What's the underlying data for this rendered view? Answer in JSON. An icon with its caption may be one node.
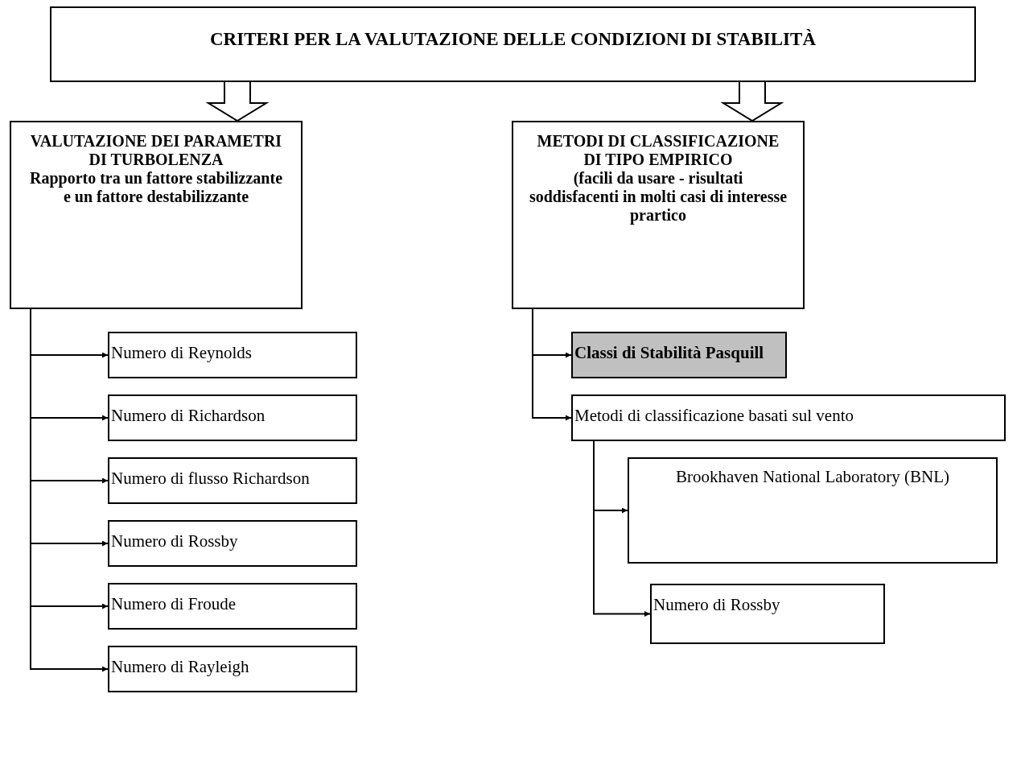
{
  "diagram": {
    "nodes": [
      {
        "text": [
          "CRITERI PER LA VALUTAZIONE DELLE CONDIZIONI DI STABILITÀ"
        ]
      },
      {
        "text": [
          "VALUTAZIONE DEI PARAMETRI DI TURBOLENZA",
          "Rapporto tra un fattore stabilizzante e un fattore destabilizzante"
        ]
      },
      {
        "text": [
          "METODI DI CLASSIFICAZIONE DI TIPO EMPIRICO",
          "(facili da usare - risultati soddisfacenti in molti casi di interesse prartico"
        ]
      },
      {
        "text": [
          "Numero di Reynolds"
        ]
      },
      {
        "text": [
          "Numero di Richardson"
        ]
      },
      {
        "text": [
          "Numero di flusso Richardson"
        ]
      },
      {
        "text": [
          "Numero di Rossby"
        ]
      },
      {
        "text": [
          "Numero di Froude"
        ]
      },
      {
        "text": [
          "Numero di Rayleigh"
        ]
      },
      {
        "text": [
          "Classi di Stabilità Pasquill"
        ]
      },
      {
        "text": [
          "Metodi di classificazione basati sul vento"
        ]
      },
      {
        "text": [
          "Brookhaven National Laboratory (BNL)"
        ]
      },
      {
        "text": [
          "Numero di Rossby"
        ]
      }
    ],
    "edges": [
      {
        "from": 0,
        "to": 1,
        "arrow": "to",
        "style": "thick"
      },
      {
        "from": 0,
        "to": 2,
        "arrow": "to",
        "style": "thick"
      },
      {
        "from": 1,
        "to": 3,
        "arrow": "to"
      },
      {
        "from": 1,
        "to": 4,
        "arrow": "to"
      },
      {
        "from": 1,
        "to": 5,
        "arrow": "to"
      },
      {
        "from": 1,
        "to": 6,
        "arrow": "to"
      },
      {
        "from": 1,
        "to": 7,
        "arrow": "to"
      },
      {
        "from": 1,
        "to": 8,
        "arrow": "to"
      },
      {
        "from": 2,
        "to": 9,
        "arrow": "to"
      },
      {
        "from": 2,
        "to": 10,
        "arrow": "to"
      },
      {
        "from": 10,
        "to": 11,
        "arrow": "to"
      },
      {
        "from": 10,
        "to": 12,
        "arrow": "to"
      }
    ]
  }
}
